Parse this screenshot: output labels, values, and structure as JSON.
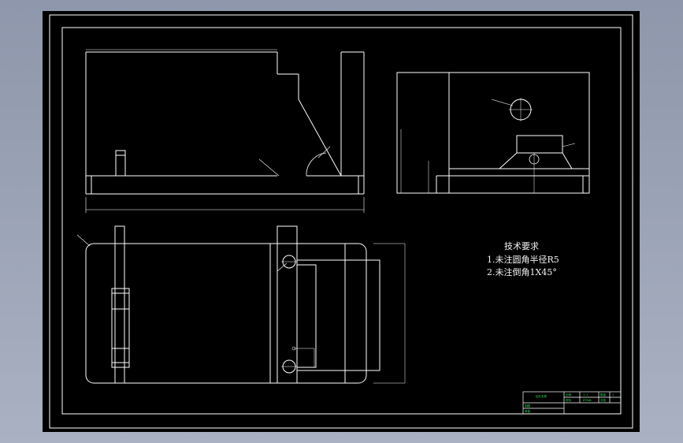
{
  "technical_requirements": {
    "heading": "技术要求",
    "items": [
      "1.未注圆角半径R5",
      "2.未注倒角1X45°"
    ]
  },
  "title_block": {
    "drawing_name": "钻孔夹具",
    "scale_label": "比例",
    "scale_value": "1:1",
    "quantity_label": "数量",
    "quantity_value": "1",
    "material_label": "材料",
    "material_value": "HT200",
    "sheet_label": "共张",
    "designer_label": "制图",
    "checker_label": "审核"
  },
  "colors": {
    "background": "#8e97ab",
    "sheet": "#000000",
    "lines": "#ffffff",
    "title_block_text": "#2ee04a"
  }
}
